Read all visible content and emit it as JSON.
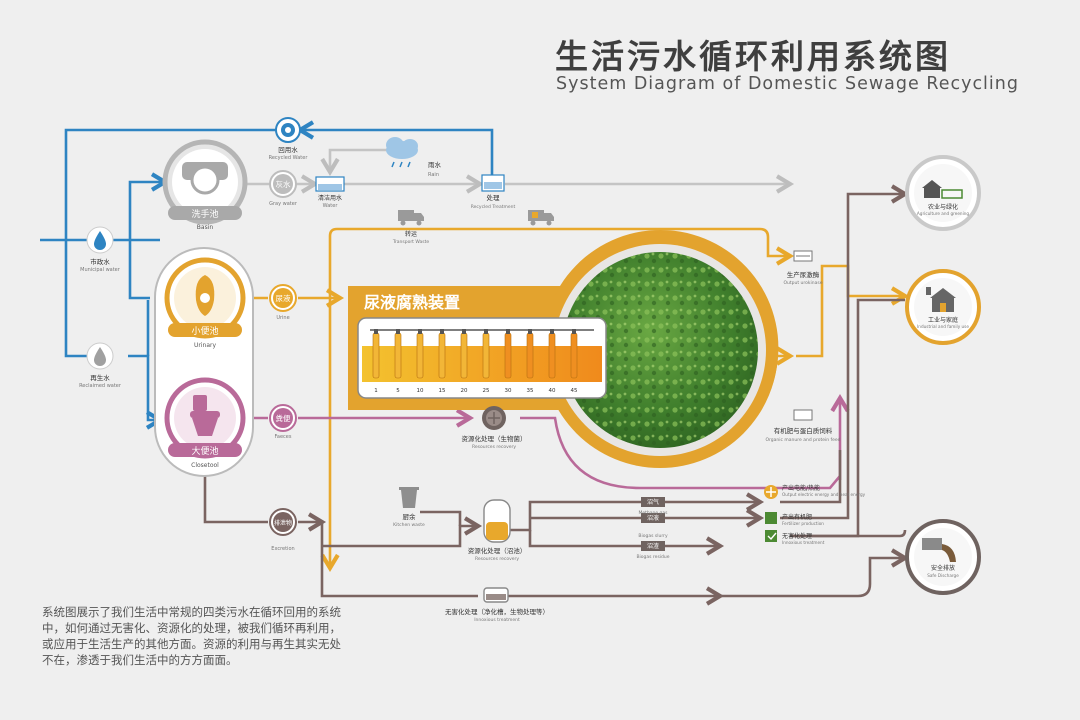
{
  "title": {
    "cn": "生活污水循环利用系统图",
    "en": "System Diagram of Domestic Sewage Recycling"
  },
  "description": "系统图展示了我们生活中常规的四类污水在循环回用的系统中，如何通过无害化、资源化的处理，被我们循环再利用，或应用于生活生产的其他方面。资源的利用与再生其实无处不在，渗透于我们生活中的方方面面。",
  "colors": {
    "blue": "#2e84c2",
    "gray": "#bdbdbd",
    "orange": "#e8a82c",
    "purple": "#b96a99",
    "brown": "#7a6461",
    "gold_ring": "#e3a32e",
    "green": "#4c8a33"
  },
  "sources": {
    "municipal": {
      "cn": "市政水",
      "en": "Municipal water",
      "icon": "water-drop-icon"
    },
    "reclaimed": {
      "cn": "再生水",
      "en": "Reclaimed water",
      "icon": "water-drop-icon"
    }
  },
  "fixtures": {
    "basin": {
      "cn": "洗手池",
      "en": "Basin",
      "icon": "basin-icon"
    },
    "urinary": {
      "cn": "小便池",
      "en": "Urinary",
      "icon": "urinal-icon"
    },
    "closetool": {
      "cn": "大便池",
      "en": "Closetool",
      "icon": "toilet-icon"
    }
  },
  "tags": {
    "gray_water": "灰水",
    "urine": "尿液",
    "faeces": "粪便",
    "excretion": "排泄物"
  },
  "labels": {
    "recycled_water": {
      "cn": "回用水",
      "en": "Recycled Water"
    },
    "rain": {
      "cn": "雨水",
      "en": "Rain"
    },
    "gray_water": {
      "en": "Gray water"
    },
    "clean_water": {
      "cn": "清洁用水",
      "en": "Water"
    },
    "treatment": {
      "cn": "处理",
      "en": "Recycled Treatment"
    },
    "transport": {
      "cn": "转运",
      "en": "Transport Waste"
    },
    "urine": {
      "en": "Urine"
    },
    "faeces": {
      "en": "Faeces"
    },
    "excretion": {
      "en": "Excretion"
    },
    "resource_bio": {
      "cn": "资源化处理（生物菌）",
      "en": "Resources recovery"
    },
    "kitchen": {
      "cn": "厨余",
      "en": "Kitchen waste"
    },
    "resource_anaerobic": {
      "cn": "资源化处理（沼池）",
      "en": "Resources recovery"
    },
    "methane": {
      "cn": "沼气",
      "en": "Methane gas"
    },
    "slurry": {
      "cn": "沼液",
      "en": "Biogas slurry"
    },
    "residue": {
      "cn": "沼渣",
      "en": "Biogas residue"
    },
    "innoxious": {
      "cn": "无害化处理（净化槽，生物处理等）",
      "en": "Innoxious treatment"
    }
  },
  "device": {
    "title": "尿液腐熟装置",
    "scale": [
      "1",
      "5",
      "10",
      "15",
      "20",
      "25",
      "30",
      "35",
      "40",
      "45"
    ]
  },
  "outputs": {
    "urea": {
      "cn": "生产尿激酶",
      "en": "Output urokinase"
    },
    "fertilizer": {
      "cn": "有机肥与蛋白质饲料",
      "en": "Organic manure and protein feed"
    },
    "electric": {
      "cn": "产出电能/热能",
      "en": "Output electric energy and heat energy"
    },
    "organic": {
      "cn": "产出有机肥",
      "en": "Fertilizer production"
    },
    "innoxious": {
      "cn": "无害化处理",
      "en": "Innoxious treatment"
    }
  },
  "destinations": {
    "agri": {
      "cn": "农业与绿化",
      "en": "Agriculture and greening"
    },
    "industry": {
      "cn": "工业与家庭",
      "en": "Industrial and family use"
    },
    "safe": {
      "cn": "安全排放",
      "en": "Safe Discharge"
    }
  }
}
